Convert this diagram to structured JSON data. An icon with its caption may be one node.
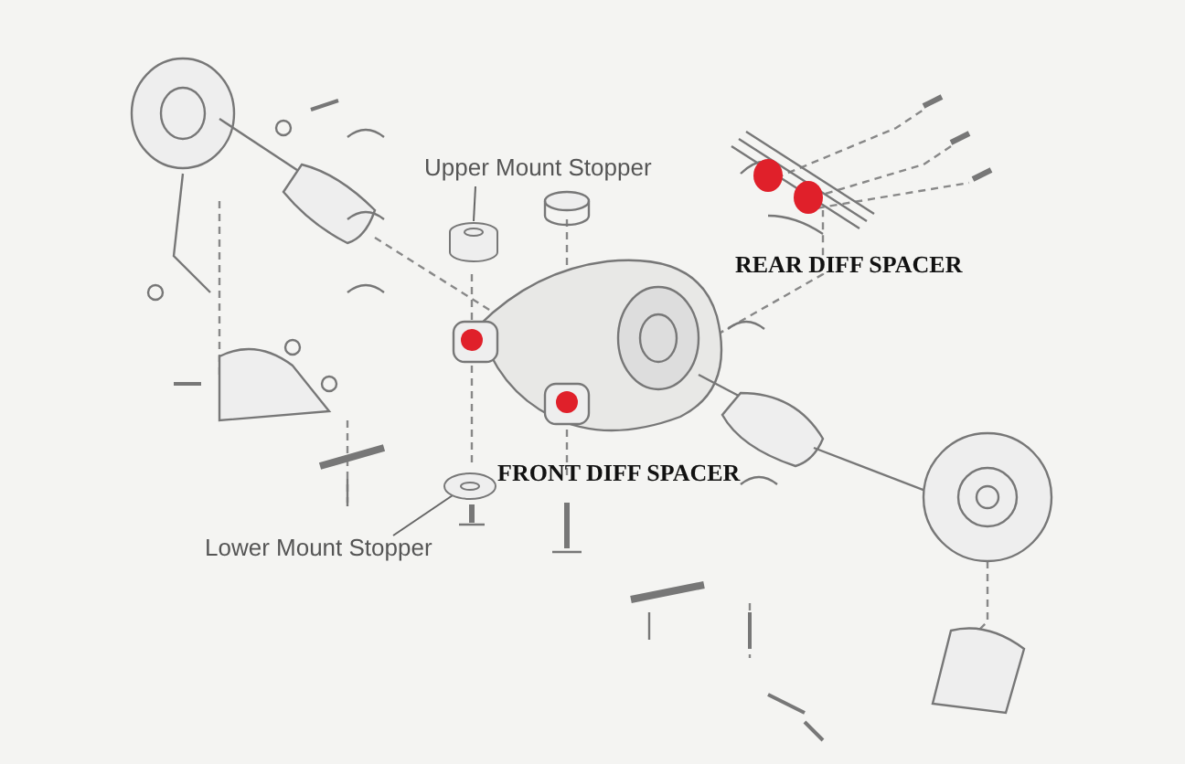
{
  "diagram": {
    "nodes": [
      {
        "text": [
          "Upper Mount Stopper"
        ]
      },
      {
        "text": [],
        "shape": "cylinder"
      },
      {
        "text": [
          "REAR DIFF SPACER"
        ]
      },
      {
        "text": [
          "FRONT DIFF SPACER"
        ]
      },
      {
        "text": [
          "Lower Mount Stopper"
        ]
      },
      {
        "text": [],
        "shape": "circle"
      }
    ],
    "edges": [
      {
        "from": 0,
        "to": 1,
        "arrow": "none"
      },
      {
        "from": 4,
        "to": 5,
        "arrow": "none"
      }
    ]
  }
}
